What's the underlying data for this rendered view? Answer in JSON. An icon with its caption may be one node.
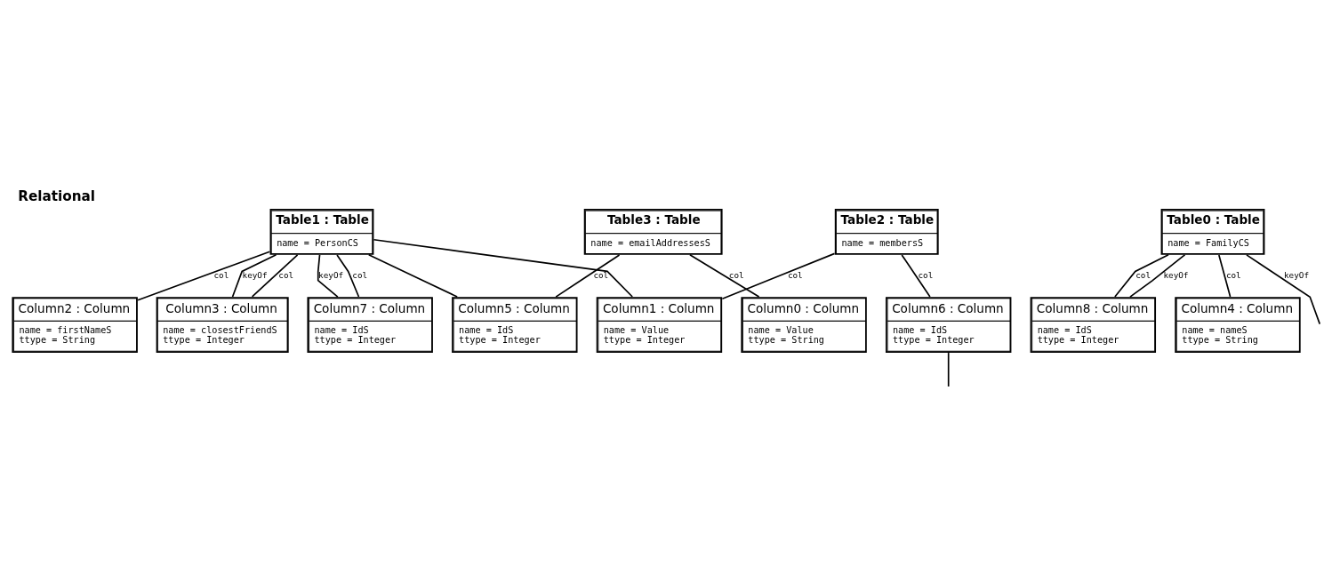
{
  "diagram": {
    "title": "Relational",
    "nodes": [
      {
        "text": [
          "Table1 : Table",
          "name = PersonCS"
        ]
      },
      {
        "text": [
          "Table3 : Table",
          "name = emailAddressesS"
        ]
      },
      {
        "text": [
          "Column7 : Column",
          "name = IdS",
          "ttype = Integer"
        ]
      },
      {
        "text": [
          "Column2 : Column",
          "name = firstNameS",
          "ttype = String"
        ]
      },
      {
        "text": [
          "Column3 : Column",
          "name = closestFriendS",
          "ttype = Integer"
        ]
      },
      {
        "text": [
          "Column5 : Column",
          "name = IdS",
          "ttype = Integer"
        ]
      },
      {
        "text": [
          "Column0 : Column",
          "name = Value",
          "ttype = String"
        ]
      },
      {
        "text": [
          "Table0 : Table",
          "name = FamilyCS"
        ]
      },
      {
        "text": [
          "Table2 : Table",
          "name = membersS"
        ]
      },
      {
        "text": [
          "Column8 : Column",
          "name = IdS",
          "ttype = Integer"
        ]
      },
      {
        "text": [
          "Column4 : Column",
          "name = nameS",
          "ttype = String"
        ]
      },
      {
        "text": [
          "Column1 : Column",
          "name = Value",
          "ttype = Integer"
        ]
      },
      {
        "text": [
          "Column6 : Column",
          "name = IdS",
          "ttype = Integer"
        ]
      }
    ],
    "edges": [
      {
        "from": 0,
        "to": 2,
        "arrow": "none",
        "label": "col"
      },
      {
        "from": 0,
        "to": 3,
        "arrow": "none",
        "label": "col"
      },
      {
        "from": 0,
        "to": 4,
        "arrow": "none",
        "label": "col"
      },
      {
        "from": 1,
        "to": 5,
        "arrow": "none",
        "label": "col"
      },
      {
        "from": 1,
        "to": 6,
        "arrow": "none",
        "label": "col"
      },
      {
        "from": 7,
        "to": 9,
        "arrow": "none",
        "label": "col"
      },
      {
        "from": 7,
        "to": 10,
        "arrow": "none",
        "label": "col"
      },
      {
        "from": 8,
        "to": 11,
        "arrow": "none",
        "label": "col"
      },
      {
        "from": 8,
        "to": 12,
        "arrow": "none",
        "label": "col"
      },
      {
        "from": 0,
        "to": 2,
        "arrow": "none",
        "label": "keyOf"
      },
      {
        "from": 0,
        "to": 4,
        "arrow": "none",
        "label": "keyOf"
      },
      {
        "from": 0,
        "to": 5,
        "arrow": "none"
      },
      {
        "from": 0,
        "to": 11,
        "arrow": "none"
      },
      {
        "from": 7,
        "to": 9,
        "arrow": "none",
        "label": "keyOf"
      },
      {
        "from": 7,
        "to": null,
        "arrow": "none",
        "label": "keyOf"
      },
      {
        "from": 12,
        "to": null,
        "arrow": "none"
      }
    ]
  }
}
